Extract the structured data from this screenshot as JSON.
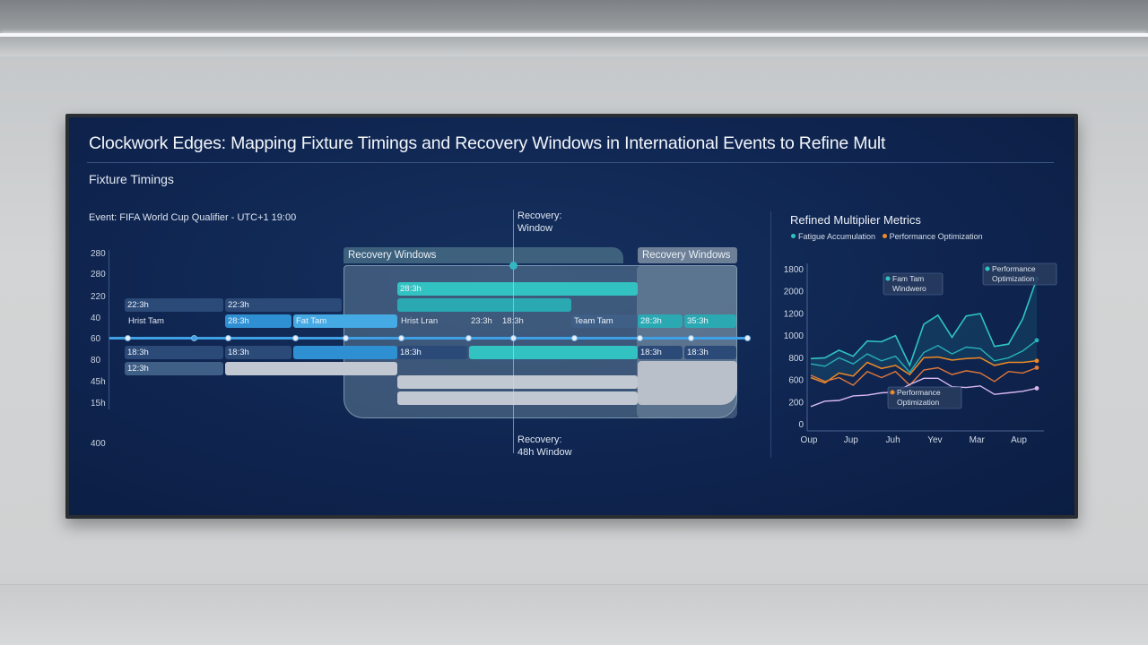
{
  "title": "Clockwork Edges: Mapping Fixture Timings and Recovery Windows in International Events to Refine Mult",
  "section_label": "Fixture Timings",
  "event_label": "Event: FIFA World Cup Qualifier - UTC+1 19:00",
  "y_labels": [
    "280",
    "280",
    "220",
    "40",
    "60",
    "80",
    "45h",
    "15h",
    "400"
  ],
  "recovery_labels": [
    "Recovery Windows",
    "Recovery Windows"
  ],
  "recovery_top": [
    "Recovery:",
    "Window"
  ],
  "recovery_bottom": [
    "Recovery:",
    "48h Window"
  ],
  "bars": {
    "r1a": "22:3h",
    "r1b": "22:3h",
    "r2a": "28:3h",
    "r3a": "Hrist Tam",
    "r3b": "28:3h",
    "r3c": "Fat Tam",
    "r3d": "Hrist Lran",
    "r3e": "23:3h",
    "r3f": "18:3h",
    "r3g": "Team Tam",
    "r3h": "28:3h",
    "r3i": "35:3h",
    "r4a": "18:3h",
    "r4b": "18:3h",
    "r4c": "18:3h",
    "r4d": "18:3h",
    "r4e": "18:3h",
    "r5a": "12:3h"
  },
  "right_panel": {
    "title": "Refined Multiplier Metrics",
    "legend": [
      "Fatigue Accumulation",
      "Performance Optimization"
    ],
    "colors": {
      "teal": "#2ec4c4",
      "orange": "#f08a24",
      "violet": "#d9b8f0"
    }
  },
  "chart_data": {
    "type": "line",
    "categories": [
      "Oup",
      "Jup",
      "Juh",
      "Yev",
      "Mar",
      "Aup"
    ],
    "y_tick_labels": [
      "0",
      "200",
      "600",
      "800",
      "1000",
      "1200",
      "2000",
      "1800"
    ],
    "annotations": [
      "Fam Tam Windwero",
      "Performance Optimization",
      "Performance Optimization"
    ],
    "series": [
      {
        "values": [
          950,
          960,
          1060,
          980,
          1180,
          1170,
          1250,
          860,
          1400,
          1520,
          1230,
          1510,
          1540,
          1110,
          1140,
          1470,
          2000
        ]
      },
      {
        "values": [
          880,
          850,
          960,
          880,
          1010,
          920,
          980,
          770,
          1030,
          1120,
          1010,
          1100,
          1080,
          920,
          960,
          1050,
          1190
        ]
      },
      {
        "values": [
          700,
          630,
          760,
          720,
          900,
          820,
          860,
          740,
          960,
          970,
          930,
          950,
          960,
          860,
          900,
          900,
          920
        ]
      },
      {
        "values": [
          730,
          650,
          700,
          600,
          780,
          700,
          780,
          600,
          800,
          830,
          740,
          790,
          760,
          650,
          780,
          760,
          830
        ]
      },
      {
        "values": [
          320,
          390,
          400,
          460,
          470,
          500,
          510,
          610,
          690,
          690,
          580,
          570,
          590,
          480,
          500,
          520,
          560
        ]
      }
    ]
  }
}
